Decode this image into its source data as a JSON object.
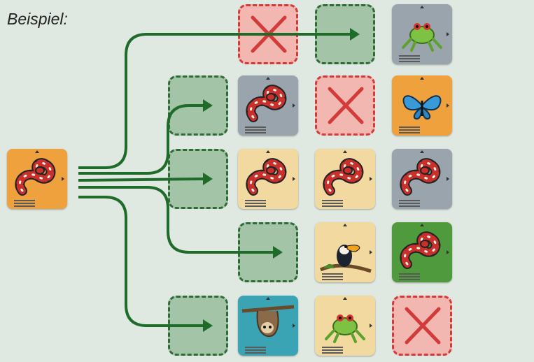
{
  "title": "Beispiel:",
  "colors": {
    "background": "#dfe8e1",
    "arrow": "#1f6b2a",
    "slot_fill": "#a3c4a6",
    "slot_border": "#2f6b36",
    "blocked_fill": "#f2b7b0",
    "blocked_border": "#d33a3a",
    "bg_orange": "#eea13c",
    "bg_gray": "#9aa4ad",
    "bg_sand": "#f2d9a0",
    "bg_green": "#4f9a3c",
    "bg_teal": "#3aa4b5"
  },
  "source_tile": {
    "animal": "snake",
    "background": "orange"
  },
  "rows": [
    [
      "empty",
      "empty",
      "blocked",
      "slot",
      {
        "animal": "frog",
        "background": "gray"
      }
    ],
    [
      "empty",
      "slot",
      {
        "animal": "snake",
        "background": "gray"
      },
      "blocked",
      {
        "animal": "butterfly",
        "background": "orange"
      }
    ],
    [
      "empty",
      "slot",
      {
        "animal": "snake",
        "background": "sand"
      },
      {
        "animal": "snake",
        "background": "sand"
      },
      {
        "animal": "snake",
        "background": "gray"
      }
    ],
    [
      "empty",
      "empty",
      "slot",
      {
        "animal": "toucan",
        "background": "sand"
      },
      {
        "animal": "snake",
        "background": "green"
      }
    ],
    [
      "empty",
      "slot",
      {
        "animal": "sloth",
        "background": "teal"
      },
      {
        "animal": "frog",
        "background": "sand"
      },
      "blocked"
    ]
  ]
}
